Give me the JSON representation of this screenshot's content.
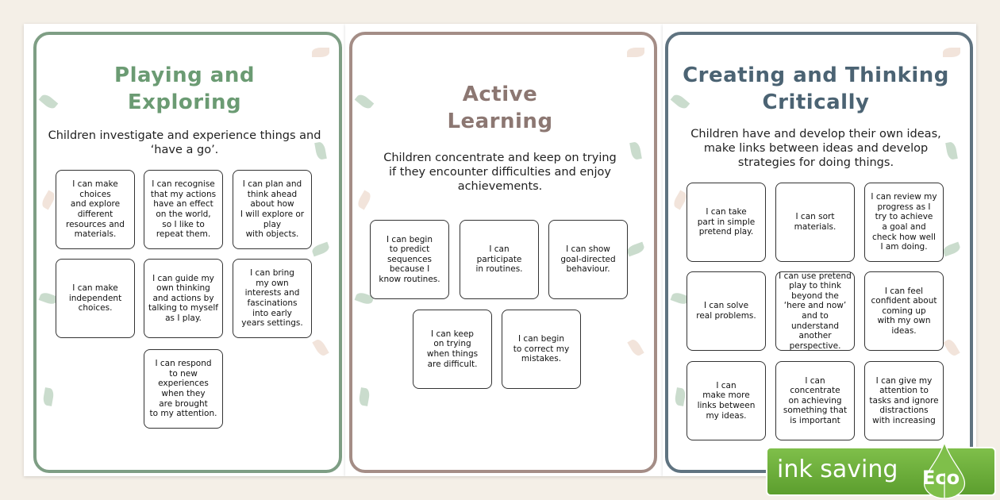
{
  "posters": [
    {
      "title": "Playing and\nExploring",
      "subtitle": "Children investigate and experience things and ‘have a go’.",
      "color": "#6b9b73",
      "frame": "#7e9e84",
      "cards": [
        "I can make\nchoices\nand explore\ndifferent\nresources and\nmaterials.",
        "I can recognise\nthat my actions\nhave an effect\non the world,\nso I like to\nrepeat them.",
        "I can plan and\nthink ahead\nabout how\nI will explore or\nplay\nwith objects.",
        "I can make\nindependent\nchoices.",
        "I can guide my\nown thinking\nand actions by\ntalking to myself\nas I play.",
        "I can bring\nmy own\ninterests and\nfascinations\ninto early\nyears settings.",
        "I can respond\nto new\nexperiences\nwhen they\nare brought\nto my attention."
      ]
    },
    {
      "title": "Active\nLearning",
      "subtitle": "Children concentrate and keep on trying if they encounter difficulties and enjoy achievements.",
      "color": "#8c7772",
      "frame": "#a48d86",
      "cards": [
        "I can begin\nto predict\nsequences\nbecause I\nknow routines.",
        "I can\nparticipate\nin routines.",
        "I can show\ngoal-directed\nbehaviour.",
        "I can keep\non trying\nwhen things\nare difficult.",
        "I can begin\nto correct my\nmistakes."
      ]
    },
    {
      "title": "Creating and Thinking\nCritically",
      "subtitle": "Children have and develop their own ideas, make links between ideas and develop strategies for doing things.",
      "color": "#4b6373",
      "frame": "#5f7380",
      "cards": [
        "I can take\npart in simple\npretend play.",
        "I can sort\nmaterials.",
        "I can review my\nprogress as I\ntry to achieve\na goal and\ncheck how well\nI am doing.",
        "I can solve\nreal problems.",
        "I can use pretend\nplay to think\nbeyond the\n‘here and now’\nand to understand\nanother\nperspective.",
        "I can feel\nconfident about\ncoming up\nwith my own\nideas.",
        "I can\nmake more\nlinks between\nmy ideas.",
        "I can\nconcentrate\non achieving\nsomething that\nis important",
        "I can give my\nattention to\ntasks and ignore\ndistractions\nwith increasing"
      ]
    }
  ],
  "badge": {
    "text": "ink saving",
    "eco": "Eco",
    "color": "#6aab3a"
  }
}
